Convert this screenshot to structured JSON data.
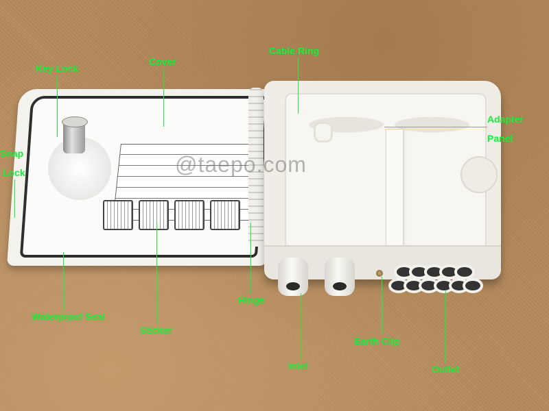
{
  "image": {
    "subject": "Fiber optic distribution box, opened, with annotated parts",
    "watermark": "@taepo.com",
    "label_color": "#19f23a",
    "background_color": "#b58b5d"
  },
  "labels": {
    "key_lock": "Key Lock",
    "cover": "Cover",
    "cable_ring": "Cable Ring",
    "adapter": "Adapter",
    "panel": "Panel",
    "snap": "Snap",
    "lock": "Lock",
    "waterproof_seal": "Waterproof Seal",
    "sticker": "Sticker",
    "hinge": "Hinge",
    "inlet": "Inlet",
    "earth_clip": "Earth Clip",
    "outlet": "Outlet"
  }
}
